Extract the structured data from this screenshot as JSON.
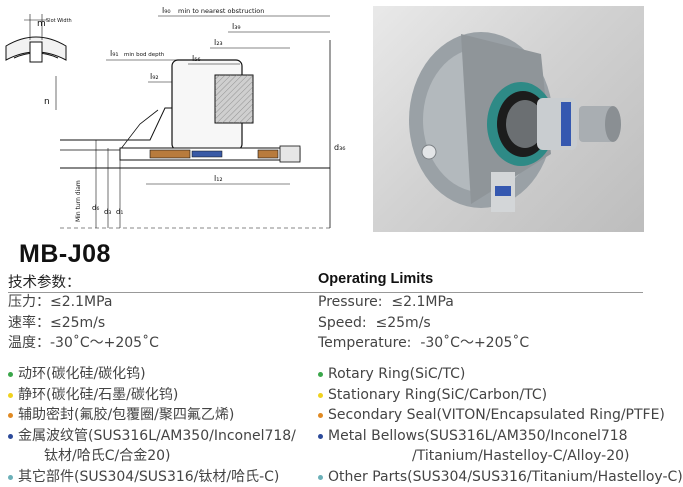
{
  "model": "MB-J08",
  "cn": {
    "heading": "技术参数：",
    "specs": [
      {
        "label": "压力：",
        "value": "≤2.1MPa"
      },
      {
        "label": "速率：",
        "value": "≤25m/s"
      },
      {
        "label": "温度：",
        "value": "-30˚C～+205˚C"
      }
    ],
    "bullets": [
      {
        "text": "动环(碳化硅/碳化钨)",
        "color": "#3aa64a"
      },
      {
        "text": "静环(碳化硅/石墨/碳化钨)",
        "color": "#f0d21f"
      },
      {
        "text": "辅助密封(氟胶/包覆圈/聚四氟乙烯)",
        "color": "#e08a23"
      },
      {
        "text": "金属波纹管(SUS316L/AM350/Inconel718/",
        "cont": "钛材/哈氏C/合金20)",
        "color": "#2c4a9a"
      },
      {
        "text": "其它部件(SUS304/SUS316/钛材/哈氏-C)",
        "color": "#6bb0b8"
      }
    ]
  },
  "en": {
    "heading": "Operating Limits",
    "specs": [
      {
        "label": "Pressure:",
        "value": "≤2.1MPa"
      },
      {
        "label": "Speed:",
        "value": "≤25m/s"
      },
      {
        "label": "Temperature:",
        "value": "-30˚C～+205˚C"
      }
    ],
    "bullets": [
      {
        "text": "Rotary Ring(SiC/TC)",
        "color": "#3aa64a"
      },
      {
        "text": "Stationary Ring(SiC/Carbon/TC)",
        "color": "#f0d21f"
      },
      {
        "text": "Secondary Seal(VITON/Encapsulated Ring/PTFE)",
        "color": "#e08a23"
      },
      {
        "text": "Metal Bellows(SUS316L/AM350/Inconel718",
        "cont": "/Titanium/Hastelloy-C/Alloy-20)",
        "color": "#2c4a9a"
      },
      {
        "text": "Other Parts(SUS304/SUS316/Titanium/Hastelloy-C)",
        "color": "#6bb0b8"
      }
    ]
  },
  "drawing": {
    "slot_label": "m",
    "slot_sub": "Slot Width",
    "n_label": "n",
    "l90": "l₉₀",
    "l90_note": "min to nearest obstruction",
    "l39": "l₃₉",
    "l23": "l₂₃",
    "l91": "l₉₁",
    "l91_note": "min bod depth",
    "l56": "l₅₆",
    "l92": "l₉₂",
    "l12": "l₁₂",
    "d36": "d₃₆",
    "d6": "d₆",
    "d3": "d₃",
    "d1": "d₁",
    "min_turn": "Min turn diam"
  }
}
